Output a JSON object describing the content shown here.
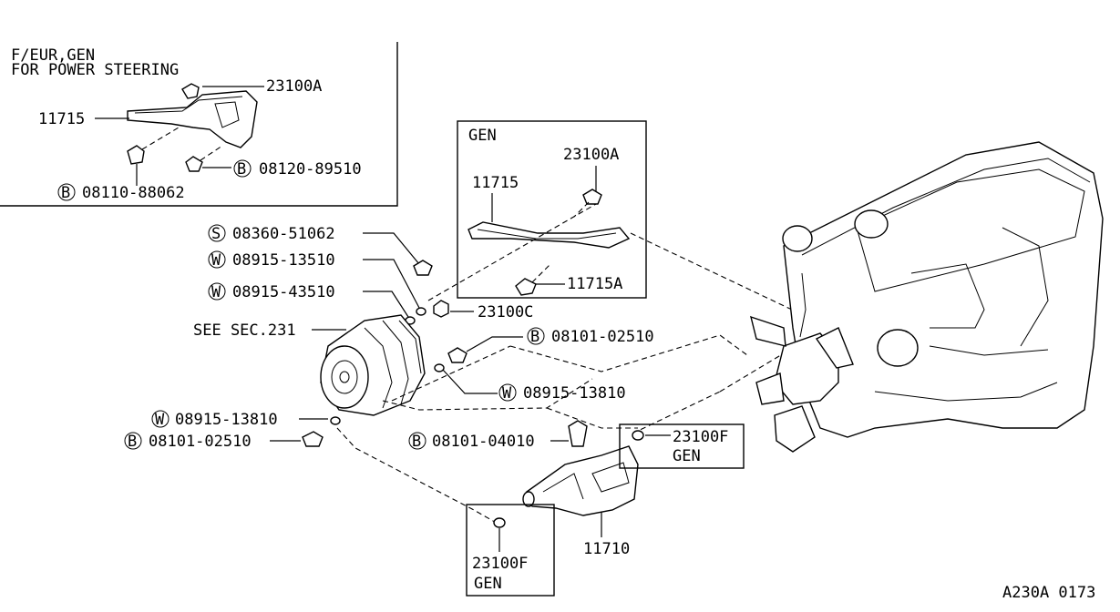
{
  "inset_top_left": {
    "title_line1": "F/EUR,GEN",
    "title_line2": "FOR POWER STEERING",
    "label_23100A": "23100A",
    "label_11715": "11715",
    "label_08120": "08120-89510",
    "label_08110": "08110-88062",
    "prefix_b1": "B",
    "prefix_b2": "B"
  },
  "inset_gen": {
    "title": "GEN",
    "label_23100A": "23100A",
    "label_11715": "11715",
    "label_11715A": "11715A"
  },
  "callouts": {
    "c1": {
      "prefix": "S",
      "code": "08360-51062"
    },
    "c2": {
      "prefix": "W",
      "code": "08915-13510"
    },
    "c3": {
      "prefix": "W",
      "code": "08915-43510"
    },
    "c4": {
      "code": "23100C"
    },
    "c5": {
      "code": "SEE SEC.231"
    },
    "c6": {
      "prefix": "B",
      "code": "08101-02510"
    },
    "c7": {
      "prefix": "W",
      "code": "08915-13810"
    },
    "c8": {
      "prefix": "W",
      "code": "08915-13810"
    },
    "c9": {
      "prefix": "B",
      "code": "08101-02510"
    },
    "c10": {
      "prefix": "B",
      "code": "08101-04010"
    },
    "c11": {
      "code": "11710"
    }
  },
  "box_right_gen": {
    "line1": "23100F",
    "line2": "GEN"
  },
  "box_bottom_gen": {
    "line1": "23100F",
    "line2": "GEN"
  },
  "figure_id": "A230A 0173"
}
